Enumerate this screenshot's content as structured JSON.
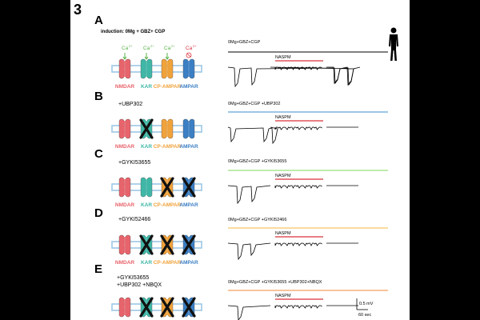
{
  "figure_number": "3",
  "colors": {
    "nmdar": "#e8646c",
    "kar": "#3fb7a7",
    "cpampar": "#f0a23b",
    "ampar": "#3b7fc4",
    "naspm_bar": "#d9303a",
    "membrane": "#9cc7e6",
    "row_line_B": "#3b8fd1",
    "row_line_C": "#7ed957",
    "row_line_D": "#f0b43a",
    "row_line_E": "#f08a3a"
  },
  "receptor_labels": [
    "NMDAR",
    "KAR",
    "CP-AMPAR",
    "AMPAR"
  ],
  "calcium_label": "Ca",
  "calcium_superscript": "2+",
  "naspm_label": "NASPM",
  "scale_bar": {
    "vertical": "0.5 mV",
    "horizontal": "60 sec"
  },
  "rows": [
    {
      "letter": "A",
      "condition": [
        "induction: 0Mg + GBZ+ CGP"
      ],
      "trace_label": "0Mg+GBZ+CGP",
      "blocked": []
    },
    {
      "letter": "B",
      "condition": [
        "+UBP302"
      ],
      "trace_label": "0Mg+GBZ+CGP  +UBP302",
      "blocked": [
        "KAR"
      ]
    },
    {
      "letter": "C",
      "condition": [
        "+GYKI53655"
      ],
      "trace_label": "0Mg+GBZ+CGP  +GYKI53655",
      "blocked": [
        "CP-AMPAR",
        "AMPAR"
      ]
    },
    {
      "letter": "D",
      "condition": [
        "+GYKI52466"
      ],
      "trace_label": "0Mg+GBZ+CGP  +GYKI52466",
      "blocked": [
        "KAR",
        "CP-AMPAR",
        "AMPAR"
      ]
    },
    {
      "letter": "E",
      "condition": [
        "+GYKI53655",
        "+UBP302 +NBQX"
      ],
      "trace_label": "0Mg+GBZ+CGP  +GYKI53655 +UBP302+NBQX",
      "blocked": [
        "KAR",
        "CP-AMPAR",
        "AMPAR"
      ]
    }
  ]
}
